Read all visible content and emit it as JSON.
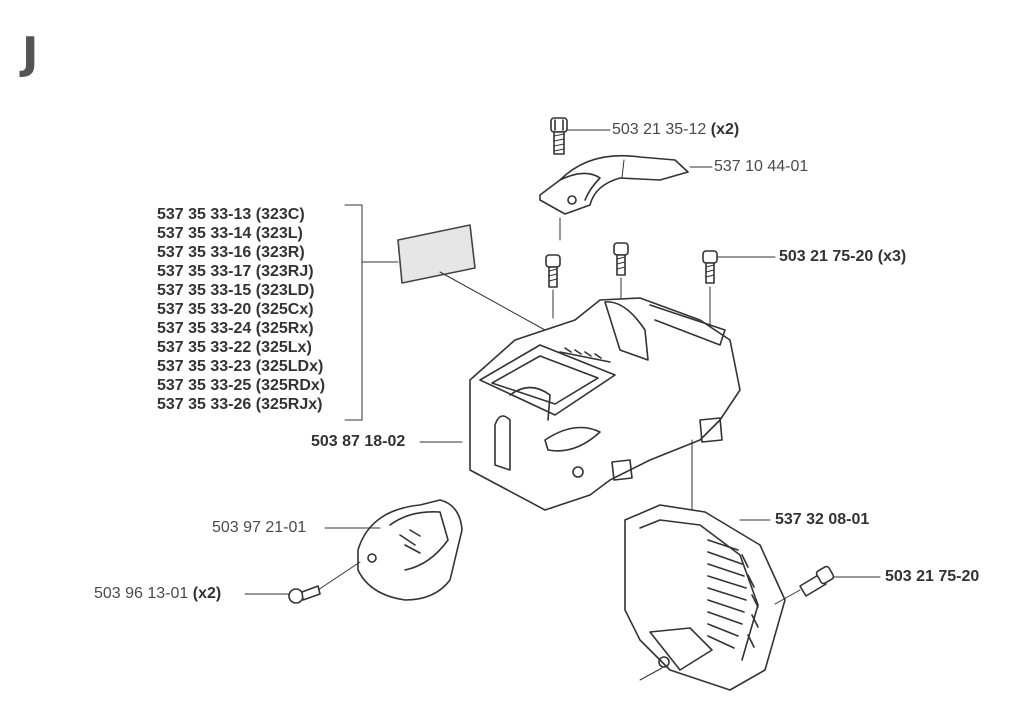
{
  "section": {
    "letter": "J"
  },
  "parts": {
    "top_screw": {
      "number": "503 21 35-12",
      "qty": "(x2)"
    },
    "bracket": {
      "number": "537 10 44-01"
    },
    "screws_mid": {
      "number": "503 21 75-20",
      "qty": "(x3)"
    },
    "cover": {
      "number": "503 87 18-02"
    },
    "holder": {
      "number": "503 97 21-01"
    },
    "holder_screw": {
      "number": "503 96 13-01",
      "qty": "(x2)"
    },
    "cylinder_cover": {
      "number": "537 32 08-01"
    },
    "side_screw": {
      "number": "503 21 75-20"
    }
  },
  "decal_kits": [
    "537 35 33-13 (323C)",
    "537 35 33-14 (323L)",
    "537 35 33-16 (323R)",
    "537 35 33-17 (323RJ)",
    "537 35 33-15 (323LD)",
    "537 35 33-20 (325Cx)",
    "537 35 33-24 (325Rx)",
    "537 35 33-22 (325Lx)",
    "537 35 33-23 (325LDx)",
    "537 35 33-25 (325RDx)",
    "537 35 33-26 (325RJx)"
  ]
}
